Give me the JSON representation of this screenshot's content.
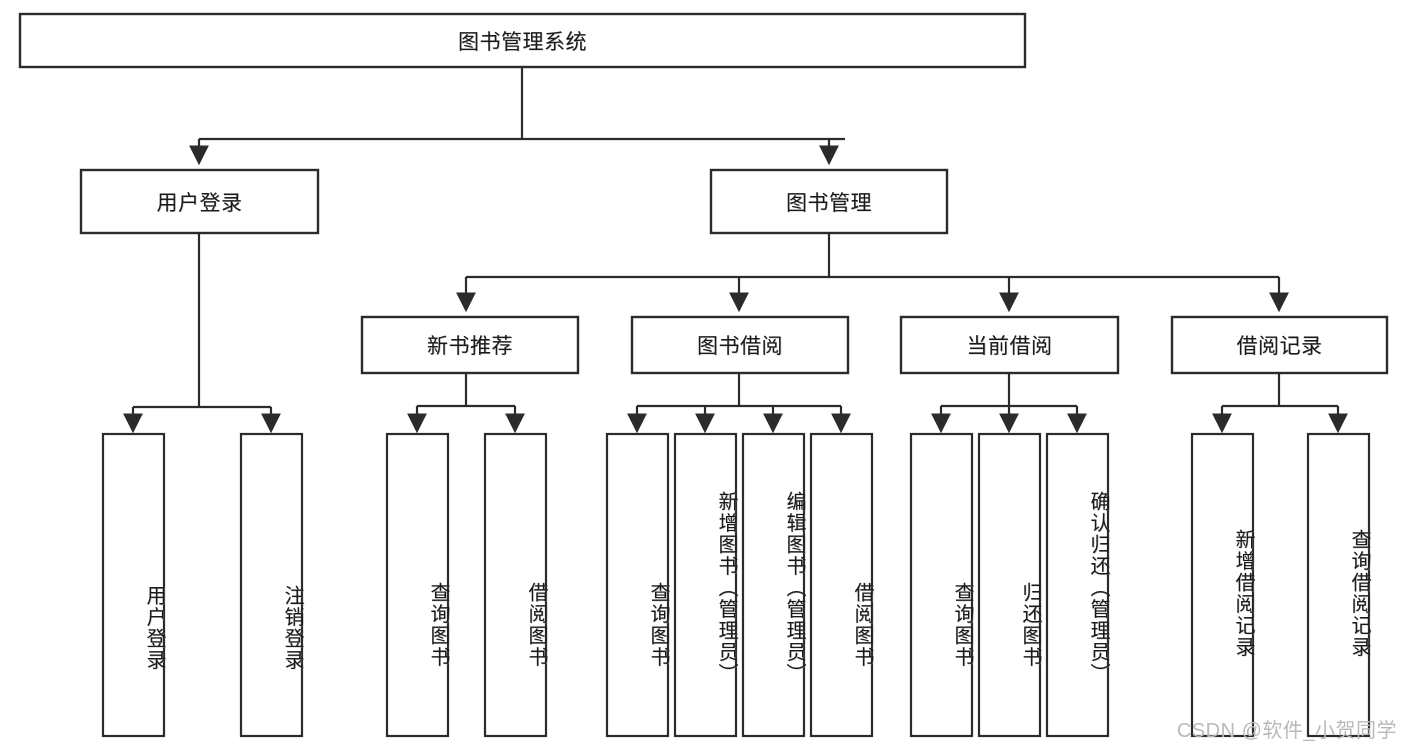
{
  "diagram": {
    "type": "tree-hierarchy",
    "title": "图书管理系统",
    "root": {
      "id": "root",
      "label": "图书管理系统",
      "orientation": "horizontal"
    },
    "level2": [
      {
        "id": "user-login",
        "label": "用户登录",
        "orientation": "horizontal"
      },
      {
        "id": "book-manage",
        "label": "图书管理",
        "orientation": "horizontal"
      }
    ],
    "level3": [
      {
        "id": "new-book-recommend",
        "label": "新书推荐",
        "orientation": "horizontal"
      },
      {
        "id": "book-borrow",
        "label": "图书借阅",
        "orientation": "horizontal"
      },
      {
        "id": "current-borrow",
        "label": "当前借阅",
        "orientation": "horizontal"
      },
      {
        "id": "borrow-record",
        "label": "借阅记录",
        "orientation": "horizontal"
      }
    ],
    "leaves": [
      {
        "id": "leaf-user-login",
        "parent": "user-login",
        "label": "用户登录",
        "orientation": "vertical"
      },
      {
        "id": "leaf-user-logout",
        "parent": "user-login",
        "label": "注销登录",
        "orientation": "vertical"
      },
      {
        "id": "leaf-query-book-1",
        "parent": "new-book-recommend",
        "label": "查询图书",
        "orientation": "vertical"
      },
      {
        "id": "leaf-borrow-book-1",
        "parent": "new-book-recommend",
        "label": "借阅图书",
        "orientation": "vertical"
      },
      {
        "id": "leaf-query-book-2",
        "parent": "book-borrow",
        "label": "查询图书",
        "orientation": "vertical"
      },
      {
        "id": "leaf-add-book",
        "parent": "book-borrow",
        "label": "新增图书（管理员）",
        "orientation": "vertical"
      },
      {
        "id": "leaf-edit-book",
        "parent": "book-borrow",
        "label": "编辑图书（管理员）",
        "orientation": "vertical"
      },
      {
        "id": "leaf-borrow-book-2",
        "parent": "book-borrow",
        "label": "借阅图书",
        "orientation": "vertical"
      },
      {
        "id": "leaf-query-book-3",
        "parent": "current-borrow",
        "label": "查询图书",
        "orientation": "vertical"
      },
      {
        "id": "leaf-return-book",
        "parent": "current-borrow",
        "label": "归还图书",
        "orientation": "vertical"
      },
      {
        "id": "leaf-confirm-return",
        "parent": "current-borrow",
        "label": "确认归还（管理员）",
        "orientation": "vertical"
      },
      {
        "id": "leaf-add-record",
        "parent": "borrow-record",
        "label": "新增借阅记录",
        "orientation": "vertical"
      },
      {
        "id": "leaf-query-record",
        "parent": "borrow-record",
        "label": "查询借阅记录",
        "orientation": "vertical"
      }
    ],
    "colors": {
      "stroke": "#2b2b2b",
      "fill": "#ffffff",
      "text": "#1a1a1a",
      "watermark": "#b9b9b9",
      "background": "#ffffff"
    }
  },
  "watermark": {
    "text": "CSDN @软件_小贺同学"
  }
}
